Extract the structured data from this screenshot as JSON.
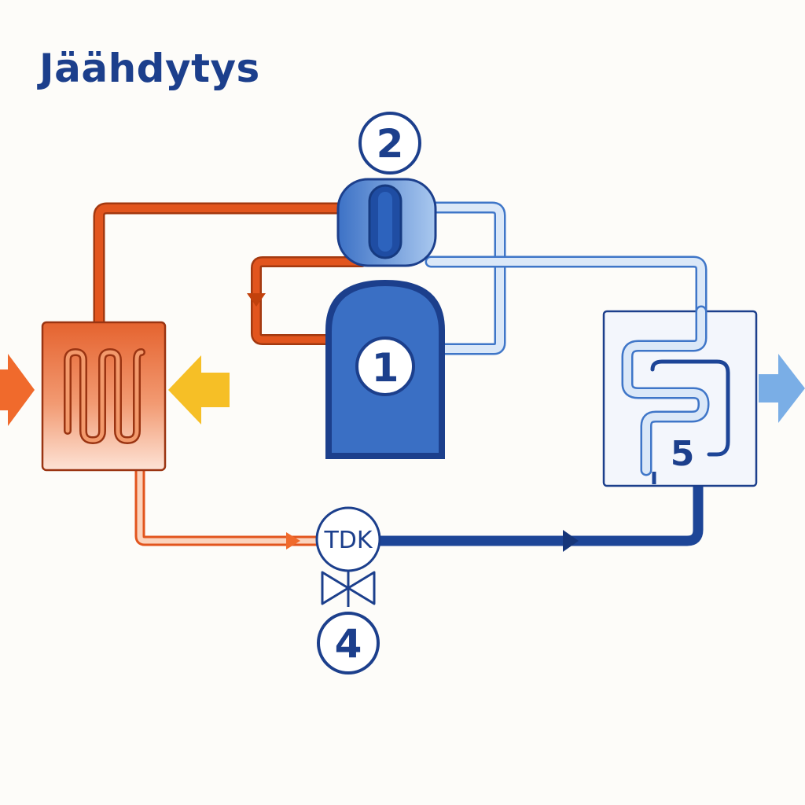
{
  "title": "Jäähdytys",
  "labels": {
    "compressor": "1",
    "reversing_valve": "2",
    "expansion_valve": "4",
    "evaporator": "5",
    "valve_tag": "TDK"
  },
  "colors": {
    "title": "#1c3f8c",
    "hot_pipe": "#e2551e",
    "cold_pipe": "#5f93d6",
    "liquid_pipe": "#1d4597",
    "condenser": "#e9774b",
    "compressor": "#3a6fc4",
    "heat_in_arrow": "#f6bf26",
    "heat_out_arrow": "#f06a2c",
    "cool_out_arrow": "#7aaee6"
  }
}
